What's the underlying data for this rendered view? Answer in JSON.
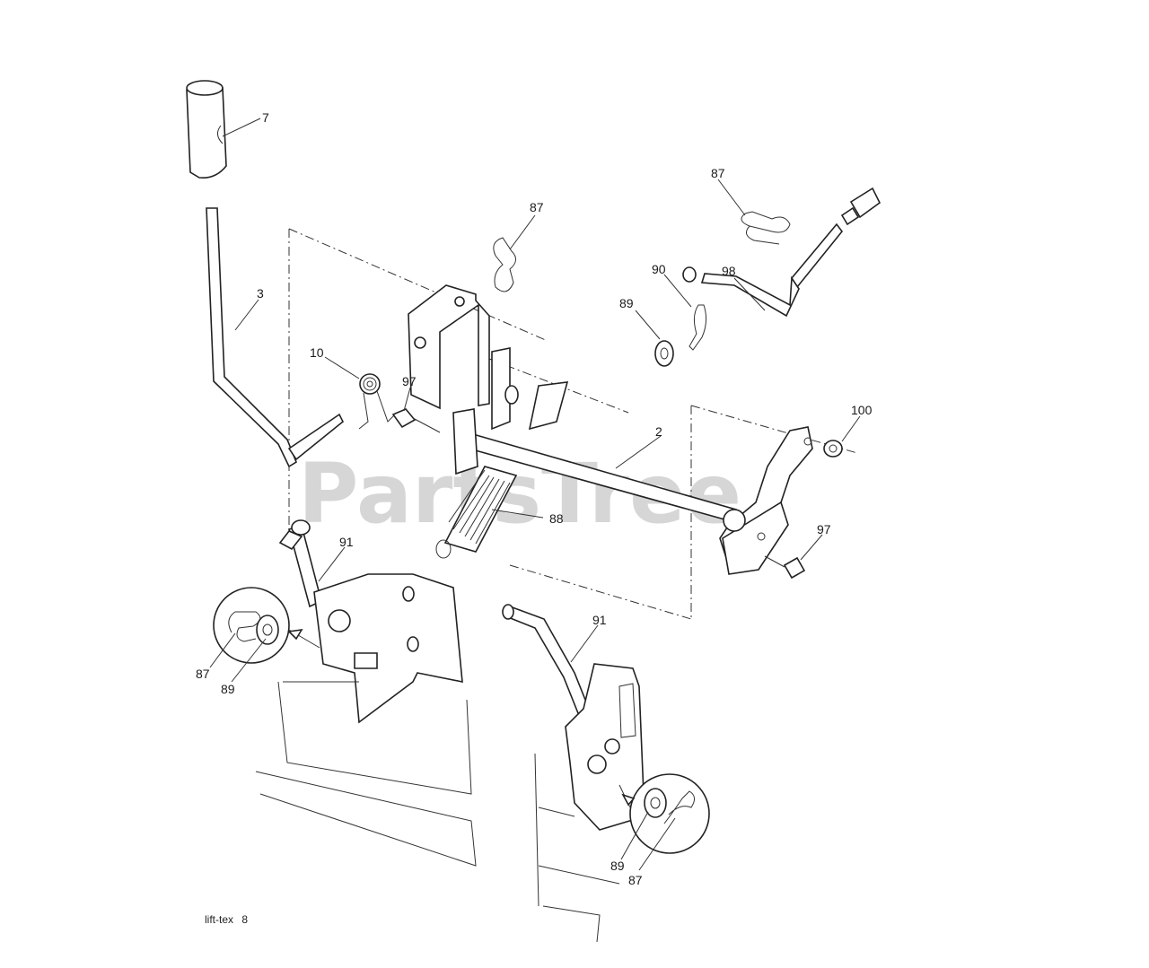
{
  "watermark": "PartsTree",
  "footer_label": "lift-tex",
  "footer_page": "8",
  "callouts": {
    "c7": "7",
    "c3": "3",
    "c10": "10",
    "c97_top": "97",
    "c87_top": "87",
    "c87_right": "87",
    "c90": "90",
    "c98": "98",
    "c89_top": "89",
    "c2": "2",
    "c100": "100",
    "c88": "88",
    "c97_right": "97",
    "c91_left": "91",
    "c91_right": "91",
    "c87_left_detail": "87",
    "c89_left_detail": "89",
    "c89_right_detail": "89",
    "c87_right_detail": "87"
  }
}
